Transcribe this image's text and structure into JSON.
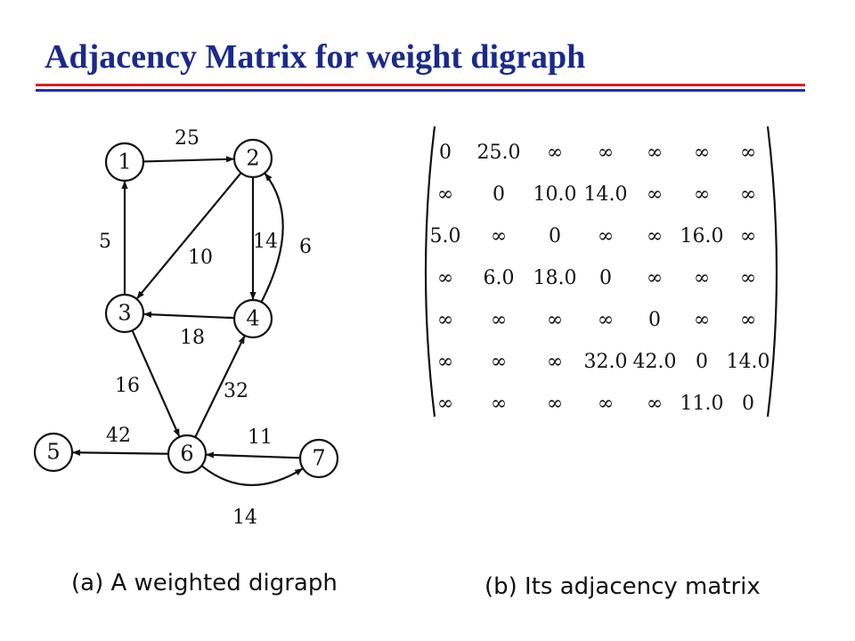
{
  "title": "Adjacency Matrix for weight digraph",
  "colors": {
    "title": "#1a2a8c",
    "rule_top": "#e01e1e",
    "rule_bottom": "#1d2fb8"
  },
  "graph": {
    "caption": "(a) A weighted digraph",
    "nodes": [
      "1",
      "2",
      "3",
      "4",
      "5",
      "6",
      "7"
    ],
    "edges": [
      {
        "from": "1",
        "to": "2",
        "weight": "25"
      },
      {
        "from": "2",
        "to": "3",
        "weight": "10"
      },
      {
        "from": "2",
        "to": "4",
        "weight": "14"
      },
      {
        "from": "3",
        "to": "1",
        "weight": "5"
      },
      {
        "from": "3",
        "to": "6",
        "weight": "16"
      },
      {
        "from": "4",
        "to": "2",
        "weight": "6"
      },
      {
        "from": "4",
        "to": "3",
        "weight": "18"
      },
      {
        "from": "6",
        "to": "4",
        "weight": "32"
      },
      {
        "from": "6",
        "to": "5",
        "weight": "42"
      },
      {
        "from": "6",
        "to": "7",
        "weight": "14"
      },
      {
        "from": "7",
        "to": "6",
        "weight": "11"
      }
    ]
  },
  "matrix": {
    "caption": "(b) Its adjacency matrix",
    "rows": [
      [
        "0",
        "25.0",
        "∞",
        "∞",
        "∞",
        "∞",
        "∞"
      ],
      [
        "∞",
        "0",
        "10.0",
        "14.0",
        "∞",
        "∞",
        "∞"
      ],
      [
        "5.0",
        "∞",
        "0",
        "∞",
        "∞",
        "16.0",
        "∞"
      ],
      [
        "∞",
        "6.0",
        "18.0",
        "0",
        "∞",
        "∞",
        "∞"
      ],
      [
        "∞",
        "∞",
        "∞",
        "∞",
        "0",
        "∞",
        "∞"
      ],
      [
        "∞",
        "∞",
        "∞",
        "32.0",
        "42.0",
        "0",
        "14.0"
      ],
      [
        "∞",
        "∞",
        "∞",
        "∞",
        "∞",
        "11.0",
        "0"
      ]
    ]
  }
}
